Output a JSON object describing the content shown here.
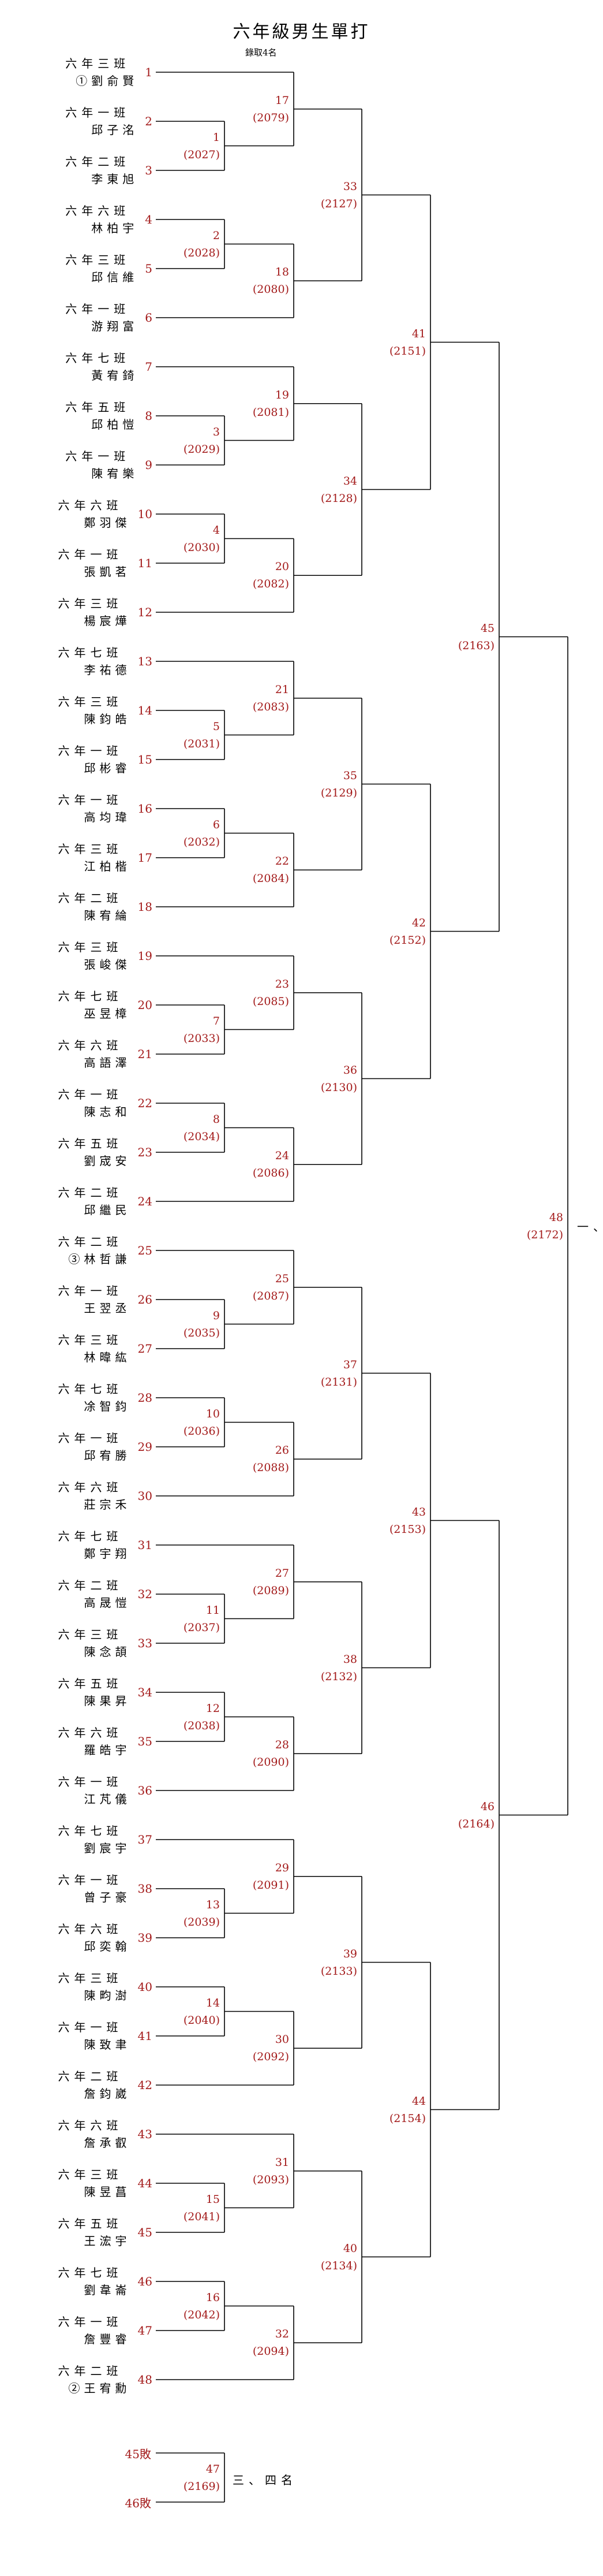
{
  "header": {
    "title": "六年級男生單打",
    "quota": "錄取4名"
  },
  "players": [
    {
      "no": "1",
      "class": "六年三班",
      "name": "①劉俞賢"
    },
    {
      "no": "2",
      "class": "六年一班",
      "name": "邱子洺"
    },
    {
      "no": "3",
      "class": "六年二班",
      "name": "李東旭"
    },
    {
      "no": "4",
      "class": "六年六班",
      "name": "林柏宇"
    },
    {
      "no": "5",
      "class": "六年三班",
      "name": "邱信維"
    },
    {
      "no": "6",
      "class": "六年一班",
      "name": "游翔富"
    },
    {
      "no": "7",
      "class": "六年七班",
      "name": "黃宥錡"
    },
    {
      "no": "8",
      "class": "六年五班",
      "name": "邱柏愷"
    },
    {
      "no": "9",
      "class": "六年一班",
      "name": "陳宥樂"
    },
    {
      "no": "10",
      "class": "六年六班",
      "name": "鄭羽傑"
    },
    {
      "no": "11",
      "class": "六年一班",
      "name": "張凱茗"
    },
    {
      "no": "12",
      "class": "六年三班",
      "name": "楊宸燁"
    },
    {
      "no": "13",
      "class": "六年七班",
      "name": "李祐德"
    },
    {
      "no": "14",
      "class": "六年三班",
      "name": "陳鈞皓"
    },
    {
      "no": "15",
      "class": "六年一班",
      "name": "邱彬睿"
    },
    {
      "no": "16",
      "class": "六年一班",
      "name": "高均瑋"
    },
    {
      "no": "17",
      "class": "六年三班",
      "name": "江柏楷"
    },
    {
      "no": "18",
      "class": "六年二班",
      "name": "陳宥綸"
    },
    {
      "no": "19",
      "class": "六年三班",
      "name": "張峻傑"
    },
    {
      "no": "20",
      "class": "六年七班",
      "name": "巫昱樟"
    },
    {
      "no": "21",
      "class": "六年六班",
      "name": "高語澤"
    },
    {
      "no": "22",
      "class": "六年一班",
      "name": "陳志和"
    },
    {
      "no": "23",
      "class": "六年五班",
      "name": "劉宬安"
    },
    {
      "no": "24",
      "class": "六年二班",
      "name": "邱繼民"
    },
    {
      "no": "25",
      "class": "六年二班",
      "name": "③林哲謙"
    },
    {
      "no": "26",
      "class": "六年一班",
      "name": "王翌丞"
    },
    {
      "no": "27",
      "class": "六年三班",
      "name": "林暐紘"
    },
    {
      "no": "28",
      "class": "六年七班",
      "name": "凃智鈞"
    },
    {
      "no": "29",
      "class": "六年一班",
      "name": "邱宥勝"
    },
    {
      "no": "30",
      "class": "六年六班",
      "name": "莊宗禾"
    },
    {
      "no": "31",
      "class": "六年七班",
      "name": "鄭宇翔"
    },
    {
      "no": "32",
      "class": "六年二班",
      "name": "高晟愷"
    },
    {
      "no": "33",
      "class": "六年三班",
      "name": "陳念頡"
    },
    {
      "no": "34",
      "class": "六年五班",
      "name": "陳果昇"
    },
    {
      "no": "35",
      "class": "六年六班",
      "name": "羅皓宇"
    },
    {
      "no": "36",
      "class": "六年一班",
      "name": "江芃儀"
    },
    {
      "no": "37",
      "class": "六年七班",
      "name": "劉宸宇"
    },
    {
      "no": "38",
      "class": "六年一班",
      "name": "曾子豪"
    },
    {
      "no": "39",
      "class": "六年六班",
      "name": "邱奕翰"
    },
    {
      "no": "40",
      "class": "六年三班",
      "name": "陳畇澍"
    },
    {
      "no": "41",
      "class": "六年一班",
      "name": "陳致聿"
    },
    {
      "no": "42",
      "class": "六年二班",
      "name": "詹鈞崴"
    },
    {
      "no": "43",
      "class": "六年六班",
      "name": "詹承叡"
    },
    {
      "no": "44",
      "class": "六年三班",
      "name": "陳昱菖"
    },
    {
      "no": "45",
      "class": "六年五班",
      "name": "王浤宇"
    },
    {
      "no": "46",
      "class": "六年七班",
      "name": "劉韋崙"
    },
    {
      "no": "47",
      "class": "六年一班",
      "name": "詹豐睿"
    },
    {
      "no": "48",
      "class": "六年二班",
      "name": "②王宥勳"
    }
  ],
  "matches": [
    {
      "no": "1",
      "code": "(2027)"
    },
    {
      "no": "2",
      "code": "(2028)"
    },
    {
      "no": "3",
      "code": "(2029)"
    },
    {
      "no": "4",
      "code": "(2030)"
    },
    {
      "no": "5",
      "code": "(2031)"
    },
    {
      "no": "6",
      "code": "(2032)"
    },
    {
      "no": "7",
      "code": "(2033)"
    },
    {
      "no": "8",
      "code": "(2034)"
    },
    {
      "no": "9",
      "code": "(2035)"
    },
    {
      "no": "10",
      "code": "(2036)"
    },
    {
      "no": "11",
      "code": "(2037)"
    },
    {
      "no": "12",
      "code": "(2038)"
    },
    {
      "no": "13",
      "code": "(2039)"
    },
    {
      "no": "14",
      "code": "(2040)"
    },
    {
      "no": "15",
      "code": "(2041)"
    },
    {
      "no": "16",
      "code": "(2042)"
    },
    {
      "no": "17",
      "code": "(2079)"
    },
    {
      "no": "18",
      "code": "(2080)"
    },
    {
      "no": "19",
      "code": "(2081)"
    },
    {
      "no": "20",
      "code": "(2082)"
    },
    {
      "no": "21",
      "code": "(2083)"
    },
    {
      "no": "22",
      "code": "(2084)"
    },
    {
      "no": "23",
      "code": "(2085)"
    },
    {
      "no": "24",
      "code": "(2086)"
    },
    {
      "no": "25",
      "code": "(2087)"
    },
    {
      "no": "26",
      "code": "(2088)"
    },
    {
      "no": "27",
      "code": "(2089)"
    },
    {
      "no": "28",
      "code": "(2090)"
    },
    {
      "no": "29",
      "code": "(2091)"
    },
    {
      "no": "30",
      "code": "(2092)"
    },
    {
      "no": "31",
      "code": "(2093)"
    },
    {
      "no": "32",
      "code": "(2094)"
    },
    {
      "no": "33",
      "code": "(2127)"
    },
    {
      "no": "34",
      "code": "(2128)"
    },
    {
      "no": "35",
      "code": "(2129)"
    },
    {
      "no": "36",
      "code": "(2130)"
    },
    {
      "no": "37",
      "code": "(2131)"
    },
    {
      "no": "38",
      "code": "(2132)"
    },
    {
      "no": "39",
      "code": "(2133)"
    },
    {
      "no": "40",
      "code": "(2134)"
    },
    {
      "no": "41",
      "code": "(2151)"
    },
    {
      "no": "42",
      "code": "(2152)"
    },
    {
      "no": "43",
      "code": "(2153)"
    },
    {
      "no": "44",
      "code": "(2154)"
    },
    {
      "no": "45",
      "code": "(2163)"
    },
    {
      "no": "46",
      "code": "(2164)"
    },
    {
      "no": "47",
      "code": "(2169)"
    },
    {
      "no": "48",
      "code": "(2172)"
    }
  ],
  "final": {
    "place_label": "一、"
  },
  "third_place": {
    "top_entry": "45敗",
    "bottom_entry": "46敗",
    "place_label": "三、四名"
  }
}
